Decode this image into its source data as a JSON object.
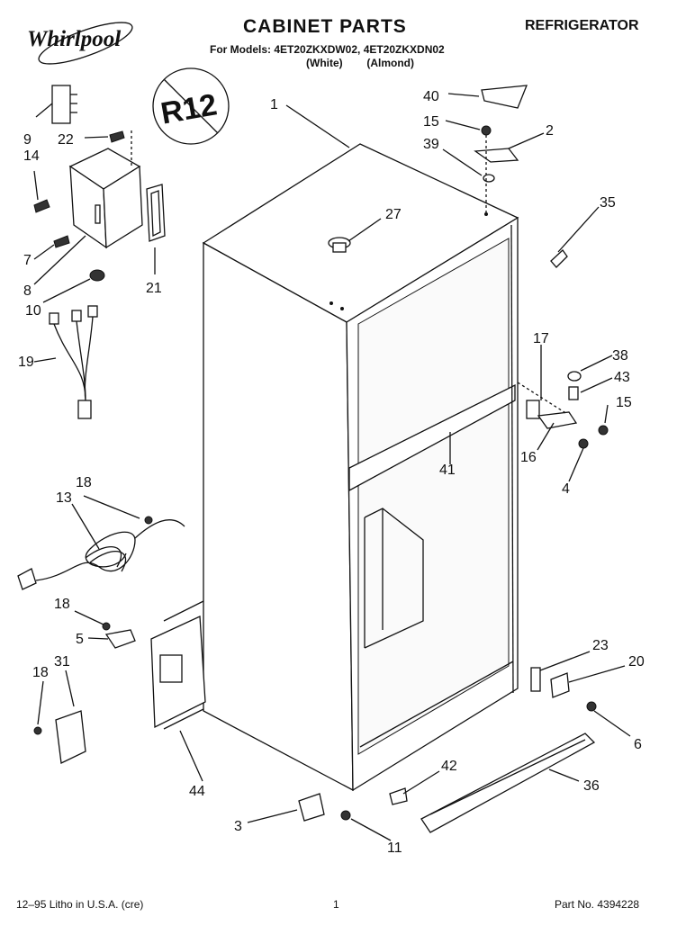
{
  "header": {
    "brand": "Whirlpool",
    "title": "CABINET PARTS",
    "category": "REFRIGERATOR",
    "models_line": "For Models: 4ET20ZKXDW02, 4ET20ZKXDN02",
    "colors_line": "(White)        (Almond)",
    "badge": "R12"
  },
  "callouts": [
    "1",
    "2",
    "3",
    "4",
    "5",
    "6",
    "7",
    "8",
    "9",
    "10",
    "11",
    "13",
    "14",
    "15",
    "15",
    "16",
    "17",
    "18",
    "18",
    "18",
    "19",
    "20",
    "21",
    "22",
    "23",
    "27",
    "31",
    "35",
    "36",
    "38",
    "39",
    "40",
    "41",
    "42",
    "43",
    "44"
  ],
  "footer": {
    "left": "12–95 Litho in U.S.A. (cre)",
    "page": "1",
    "part_no": "Part No. 4394228"
  }
}
